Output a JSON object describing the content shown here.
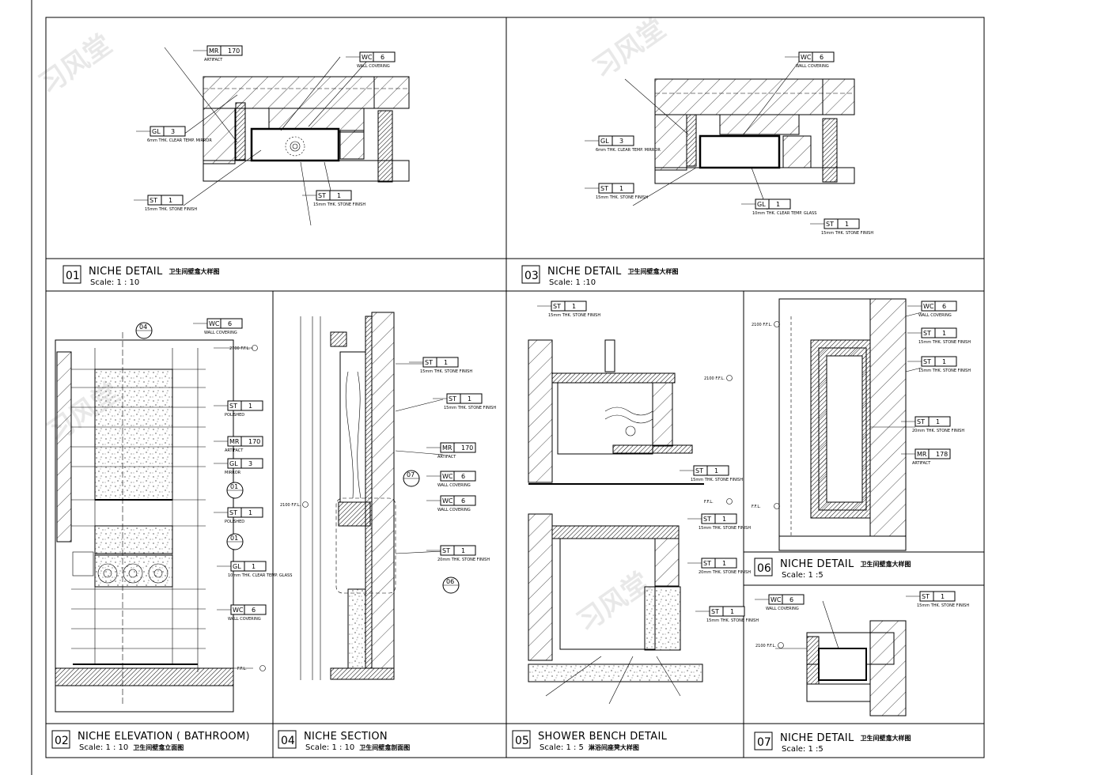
{
  "sheet": {
    "watermark": "习风堂",
    "panels": [
      {
        "number": "01",
        "title": "NICHE DETAIL",
        "subtitle_cn": "卫生间壁龛大样图",
        "scale": "Scale: 1 : 10"
      },
      {
        "number": "03",
        "title": "NICHE DETAIL",
        "subtitle_cn": "卫生间壁龛大样图",
        "scale": "Scale: 1 :10"
      },
      {
        "number": "02",
        "title": "NICHE ELEVATION ( BATHROOM)",
        "subtitle_cn": "卫生间壁龛立面图",
        "scale": "Scale: 1 : 10"
      },
      {
        "number": "04",
        "title": "NICHE SECTION",
        "subtitle_cn": "卫生间壁龛剖面图",
        "scale": "Scale: 1 : 10"
      },
      {
        "number": "05",
        "title": "SHOWER BENCH DETAIL",
        "subtitle_cn": "淋浴间座凳大样图",
        "scale": "Scale: 1 : 5"
      },
      {
        "number": "06",
        "title": "NICHE DETAIL",
        "subtitle_cn": "卫生间壁龛大样图",
        "scale": "Scale: 1 :5"
      },
      {
        "number": "07",
        "title": "NICHE DETAIL",
        "subtitle_cn": "卫生间壁龛大样图",
        "scale": "Scale: 1 :5"
      }
    ]
  },
  "tags": [
    {
      "code": "MR",
      "num": "170",
      "caption": "ARTIFACT"
    },
    {
      "code": "WC",
      "num": "6",
      "caption": "WALL COVERING"
    },
    {
      "code": "GL",
      "num": "3",
      "caption": "6mm THK. CLEAR TEMP. MIRROR"
    },
    {
      "code": "ST",
      "num": "1",
      "caption": "15mm THK. STONE FINISH"
    },
    {
      "code": "ST",
      "num": "1",
      "caption": "15mm THK. STONE FINISH"
    },
    {
      "code": "WC",
      "num": "6",
      "caption": "WALL COVERING"
    },
    {
      "code": "GL",
      "num": "3",
      "caption": "6mm THK. CLEAR TEMP. MIRROR"
    },
    {
      "code": "ST",
      "num": "1",
      "caption": "15mm THK. STONE FINISH"
    },
    {
      "code": "GL",
      "num": "1",
      "caption": "10mm THK. CLEAR TEMP. GLASS"
    },
    {
      "code": "ST",
      "num": "1",
      "caption": "15mm THK. STONE FINISH"
    },
    {
      "code": "WC",
      "num": "6",
      "caption": "WALL COVERING"
    },
    {
      "code": "ST",
      "num": "1",
      "caption": "POLISHED"
    },
    {
      "code": "MR",
      "num": "170",
      "caption": "ARTIFACT"
    },
    {
      "code": "GL",
      "num": "3",
      "caption": "MIRROR"
    },
    {
      "code": "ST",
      "num": "1",
      "caption": "POLISHED"
    },
    {
      "code": "GL",
      "num": "1",
      "caption": "10mm THK. CLEAR TEMP. GLASS"
    },
    {
      "code": "WC",
      "num": "6",
      "caption": "WALL COVERING"
    },
    {
      "code": "ST",
      "num": "1",
      "caption": "15mm THK. STONE FINISH"
    },
    {
      "code": "ST",
      "num": "1",
      "caption": "15mm THK. STONE FINISH"
    },
    {
      "code": "MR",
      "num": "170",
      "caption": "ARTIFACT"
    },
    {
      "code": "WC",
      "num": "6",
      "caption": "WALL COVERING"
    },
    {
      "code": "WC",
      "num": "6",
      "caption": "WALL COVERING"
    },
    {
      "code": "ST",
      "num": "1",
      "caption": "20mm THK. STONE FINISH"
    },
    {
      "code": "ST",
      "num": "1",
      "caption": "15mm THK. STONE FINISH"
    },
    {
      "code": "ST",
      "num": "1",
      "caption": "15mm THK. STONE FINISH"
    },
    {
      "code": "ST",
      "num": "1",
      "caption": "15mm THK. STONE FINISH"
    },
    {
      "code": "ST",
      "num": "1",
      "caption": "20mm THK. STONE FINISH"
    },
    {
      "code": "ST",
      "num": "1",
      "caption": "15mm THK. STONE FINISH"
    },
    {
      "code": "WC",
      "num": "6",
      "caption": "WALL COVERING"
    },
    {
      "code": "ST",
      "num": "1",
      "caption": "15mm THK. STONE FINISH"
    },
    {
      "code": "ST",
      "num": "1",
      "caption": "15mm THK. STONE FINISH"
    },
    {
      "code": "ST",
      "num": "1",
      "caption": "20mm THK. STONE FINISH"
    },
    {
      "code": "MR",
      "num": "178",
      "caption": "ARTIFACT"
    },
    {
      "code": "ST",
      "num": "1",
      "caption": "15mm THK. STONE FINISH"
    },
    {
      "code": "WC",
      "num": "6",
      "caption": "WALL COVERING"
    }
  ],
  "markers": [
    "04",
    "07",
    "06",
    "01",
    "01"
  ],
  "level_labels": [
    "2700 F.F.L.",
    "F.F.L.",
    "2100 F.F.L."
  ]
}
